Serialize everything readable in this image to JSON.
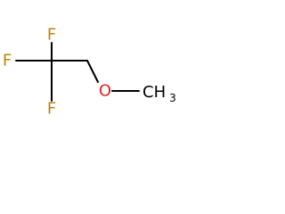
{
  "molecule": {
    "atoms": {
      "fluorine_top": "F",
      "fluorine_left": "F",
      "fluorine_bottom": "F",
      "oxygen": "O",
      "methyl_main": "CH",
      "methyl_subscript": "3"
    },
    "colors": {
      "bond": "#000000",
      "fluorine": "#b8860b",
      "oxygen": "#e02020",
      "carbon": "#000000"
    }
  }
}
